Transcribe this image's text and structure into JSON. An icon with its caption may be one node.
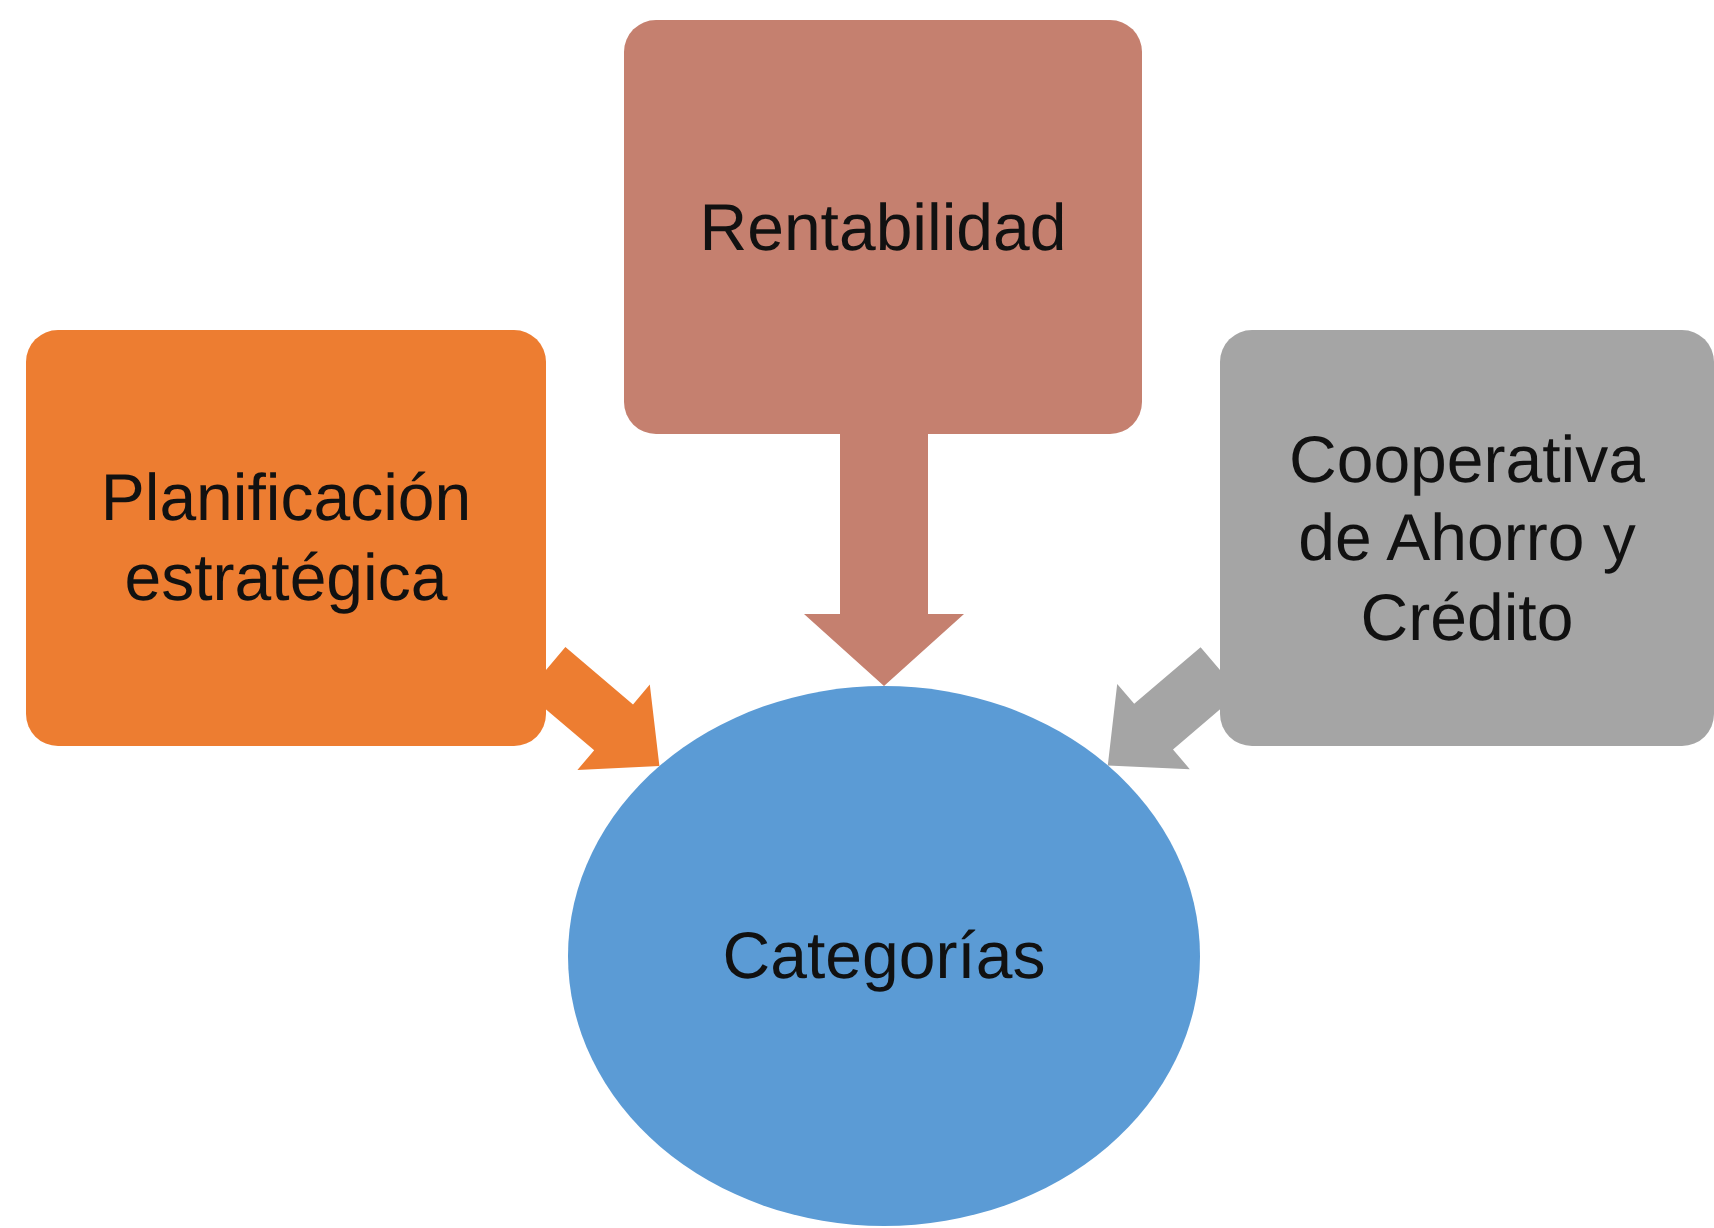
{
  "diagram": {
    "nodes": [
      {
        "text": [
          "Planificación estratégica"
        ]
      },
      {
        "text": [
          "Rentabilidad"
        ]
      },
      {
        "text": [
          "Cooperativa de Ahorro y Crédito"
        ]
      },
      {
        "text": [
          "Categorías"
        ]
      }
    ],
    "edges": [
      {
        "from": 0,
        "to": 3,
        "arrow": "to",
        "style": "thick",
        "color": "#ed7d31"
      },
      {
        "from": 1,
        "to": 3,
        "arrow": "to",
        "style": "thick",
        "color": "#c5806f"
      },
      {
        "from": 2,
        "to": 3,
        "arrow": "to",
        "style": "thick",
        "color": "#a5a5a5"
      }
    ]
  }
}
